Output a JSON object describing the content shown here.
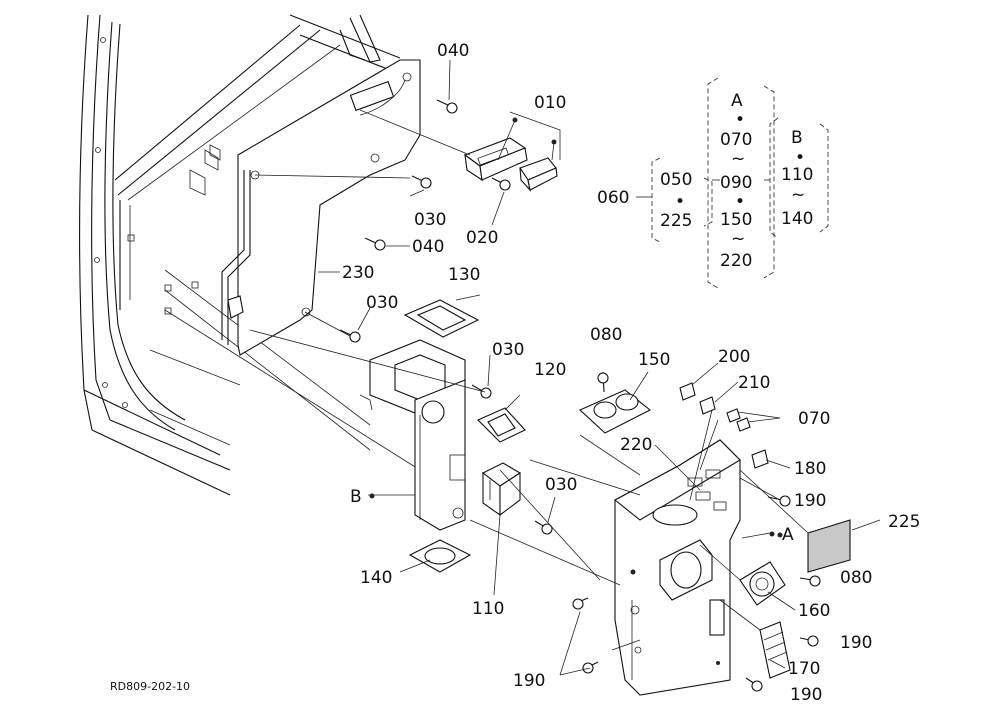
{
  "diagram_code": "RD809-202-10",
  "callouts": {
    "c010": "010",
    "c020": "020",
    "c030a": "030",
    "c030b": "030",
    "c030c": "030",
    "c030d": "030",
    "c040a": "040",
    "c040b": "040",
    "c060": "060",
    "c070": "070",
    "c080a": "080",
    "c080b": "080",
    "c110": "110",
    "c120": "120",
    "c130": "130",
    "c140": "140",
    "c150": "150",
    "c160": "160",
    "c170": "170",
    "c180": "180",
    "c190a": "190",
    "c190b": "190",
    "c190c": "190",
    "c190d": "190",
    "c200": "200",
    "c210": "210",
    "c220": "220",
    "c225": "225",
    "c230": "230",
    "refA": "A",
    "refB": "B"
  },
  "legend": {
    "g060": "060",
    "g050": "050",
    "g225": "225",
    "gA": "A",
    "g070": "070",
    "g090": "090",
    "g150": "150",
    "g220": "220",
    "gB": "B",
    "g110": "110",
    "g140": "140",
    "dot": "•",
    "tilde": "~"
  }
}
